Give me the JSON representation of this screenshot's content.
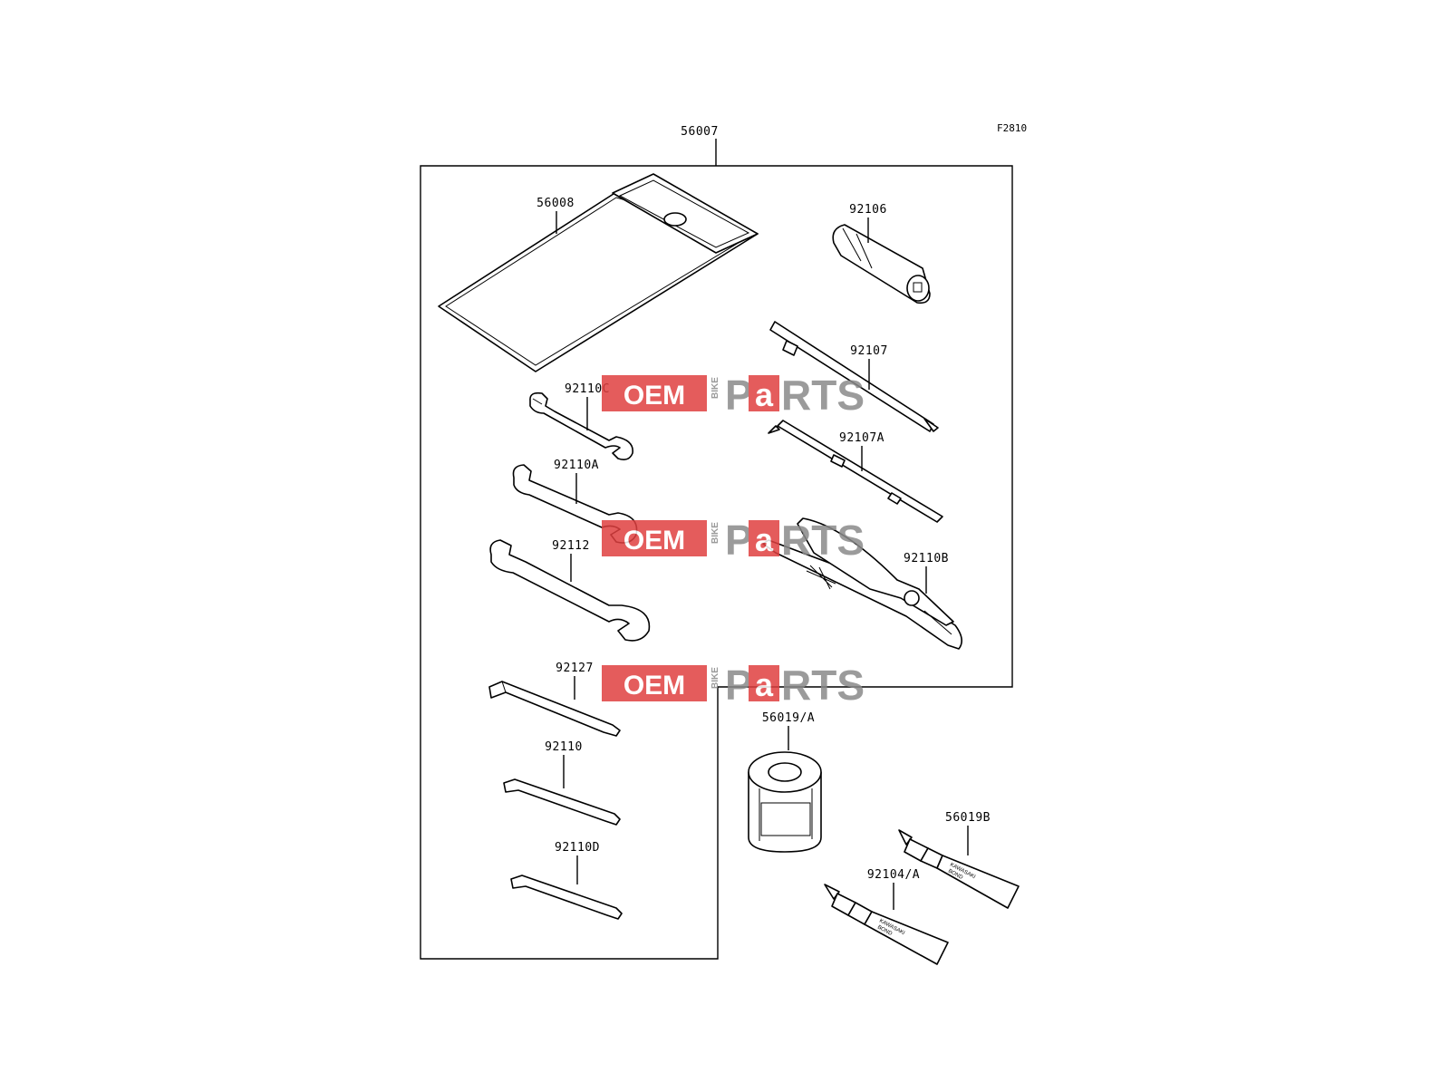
{
  "diagram": {
    "figure_code": "F2810",
    "kit_label": "56007",
    "part_labels": [
      {
        "id": "56008"
      },
      {
        "id": "92106"
      },
      {
        "id": "92107"
      },
      {
        "id": "92110C"
      },
      {
        "id": "92107A"
      },
      {
        "id": "92110A"
      },
      {
        "id": "92110B"
      },
      {
        "id": "92112"
      },
      {
        "id": "92127"
      },
      {
        "id": "56019/A"
      },
      {
        "id": "92110"
      },
      {
        "id": "56019B"
      },
      {
        "id": "92110D"
      },
      {
        "id": "92104/A"
      }
    ],
    "tube_text": {
      "line1": "KAWASAKI",
      "line2": "BOND"
    }
  },
  "watermark": {
    "left_text": "OEM",
    "middle_text": "BIKE",
    "right_text_p": "P",
    "right_text_a": "a",
    "right_text_rest": "RTS",
    "color_red": "#e04040",
    "color_gray": "#8a8a8a"
  }
}
